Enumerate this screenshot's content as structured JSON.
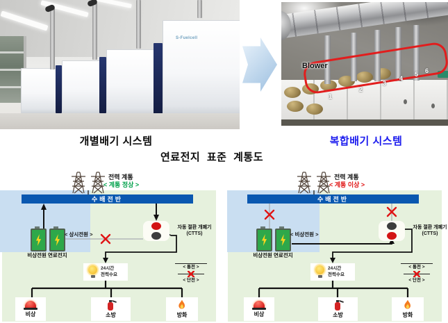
{
  "photos": {
    "left_caption": "개별배기 시스템",
    "right_caption": "복합배기 시스템",
    "right_caption_color": "#1b1bee",
    "brand": "S-Fuelcell",
    "blower_label": "Blower",
    "blower_numbers": [
      "1",
      "2",
      "3",
      "4",
      "5",
      "6"
    ]
  },
  "title": "연료전지 표준 계통도",
  "colors": {
    "bus_bar": "#0a58b0",
    "status_normal": "#00a14b",
    "status_error": "#e01414",
    "caption_accent": "#1b1bee",
    "highlight_box": "#e21d1d"
  },
  "diagrams": {
    "left": {
      "grid_label": "전력 계통",
      "grid_status": "< 계통 정상 >",
      "grid_status_color": "#00a14b",
      "bus_label": "수배전반",
      "power_source_label": "< 상시전원 >",
      "battery_label": "비상전원 연료전지",
      "switch_label": "자동 절환 개폐기",
      "switch_sublabel": "(CTTS)",
      "demand_line1": "24시간",
      "demand_line2": "전력수요",
      "legend_on": "< 통전 >",
      "legend_off": "< 단전 >",
      "loads": [
        {
          "label": "비상",
          "icon": "siren"
        },
        {
          "label": "소방",
          "icon": "fire-extinguisher"
        },
        {
          "label": "방화",
          "icon": "flame"
        }
      ]
    },
    "right": {
      "grid_label": "전력 계통",
      "grid_status": "< 계통 이상 >",
      "grid_status_color": "#e01414",
      "bus_label": "수배전반",
      "power_source_label": "< 비상전원 >",
      "battery_label": "비상전원 연료전지",
      "switch_label": "자동 절환 개폐기",
      "switch_sublabel": "(CTTS)",
      "demand_line1": "24시간",
      "demand_line2": "전력수요",
      "legend_on": "< 통전 >",
      "legend_off": "< 단전 >",
      "loads": [
        {
          "label": "비상",
          "icon": "siren"
        },
        {
          "label": "소방",
          "icon": "fire-extinguisher"
        },
        {
          "label": "방화",
          "icon": "flame"
        }
      ]
    }
  }
}
